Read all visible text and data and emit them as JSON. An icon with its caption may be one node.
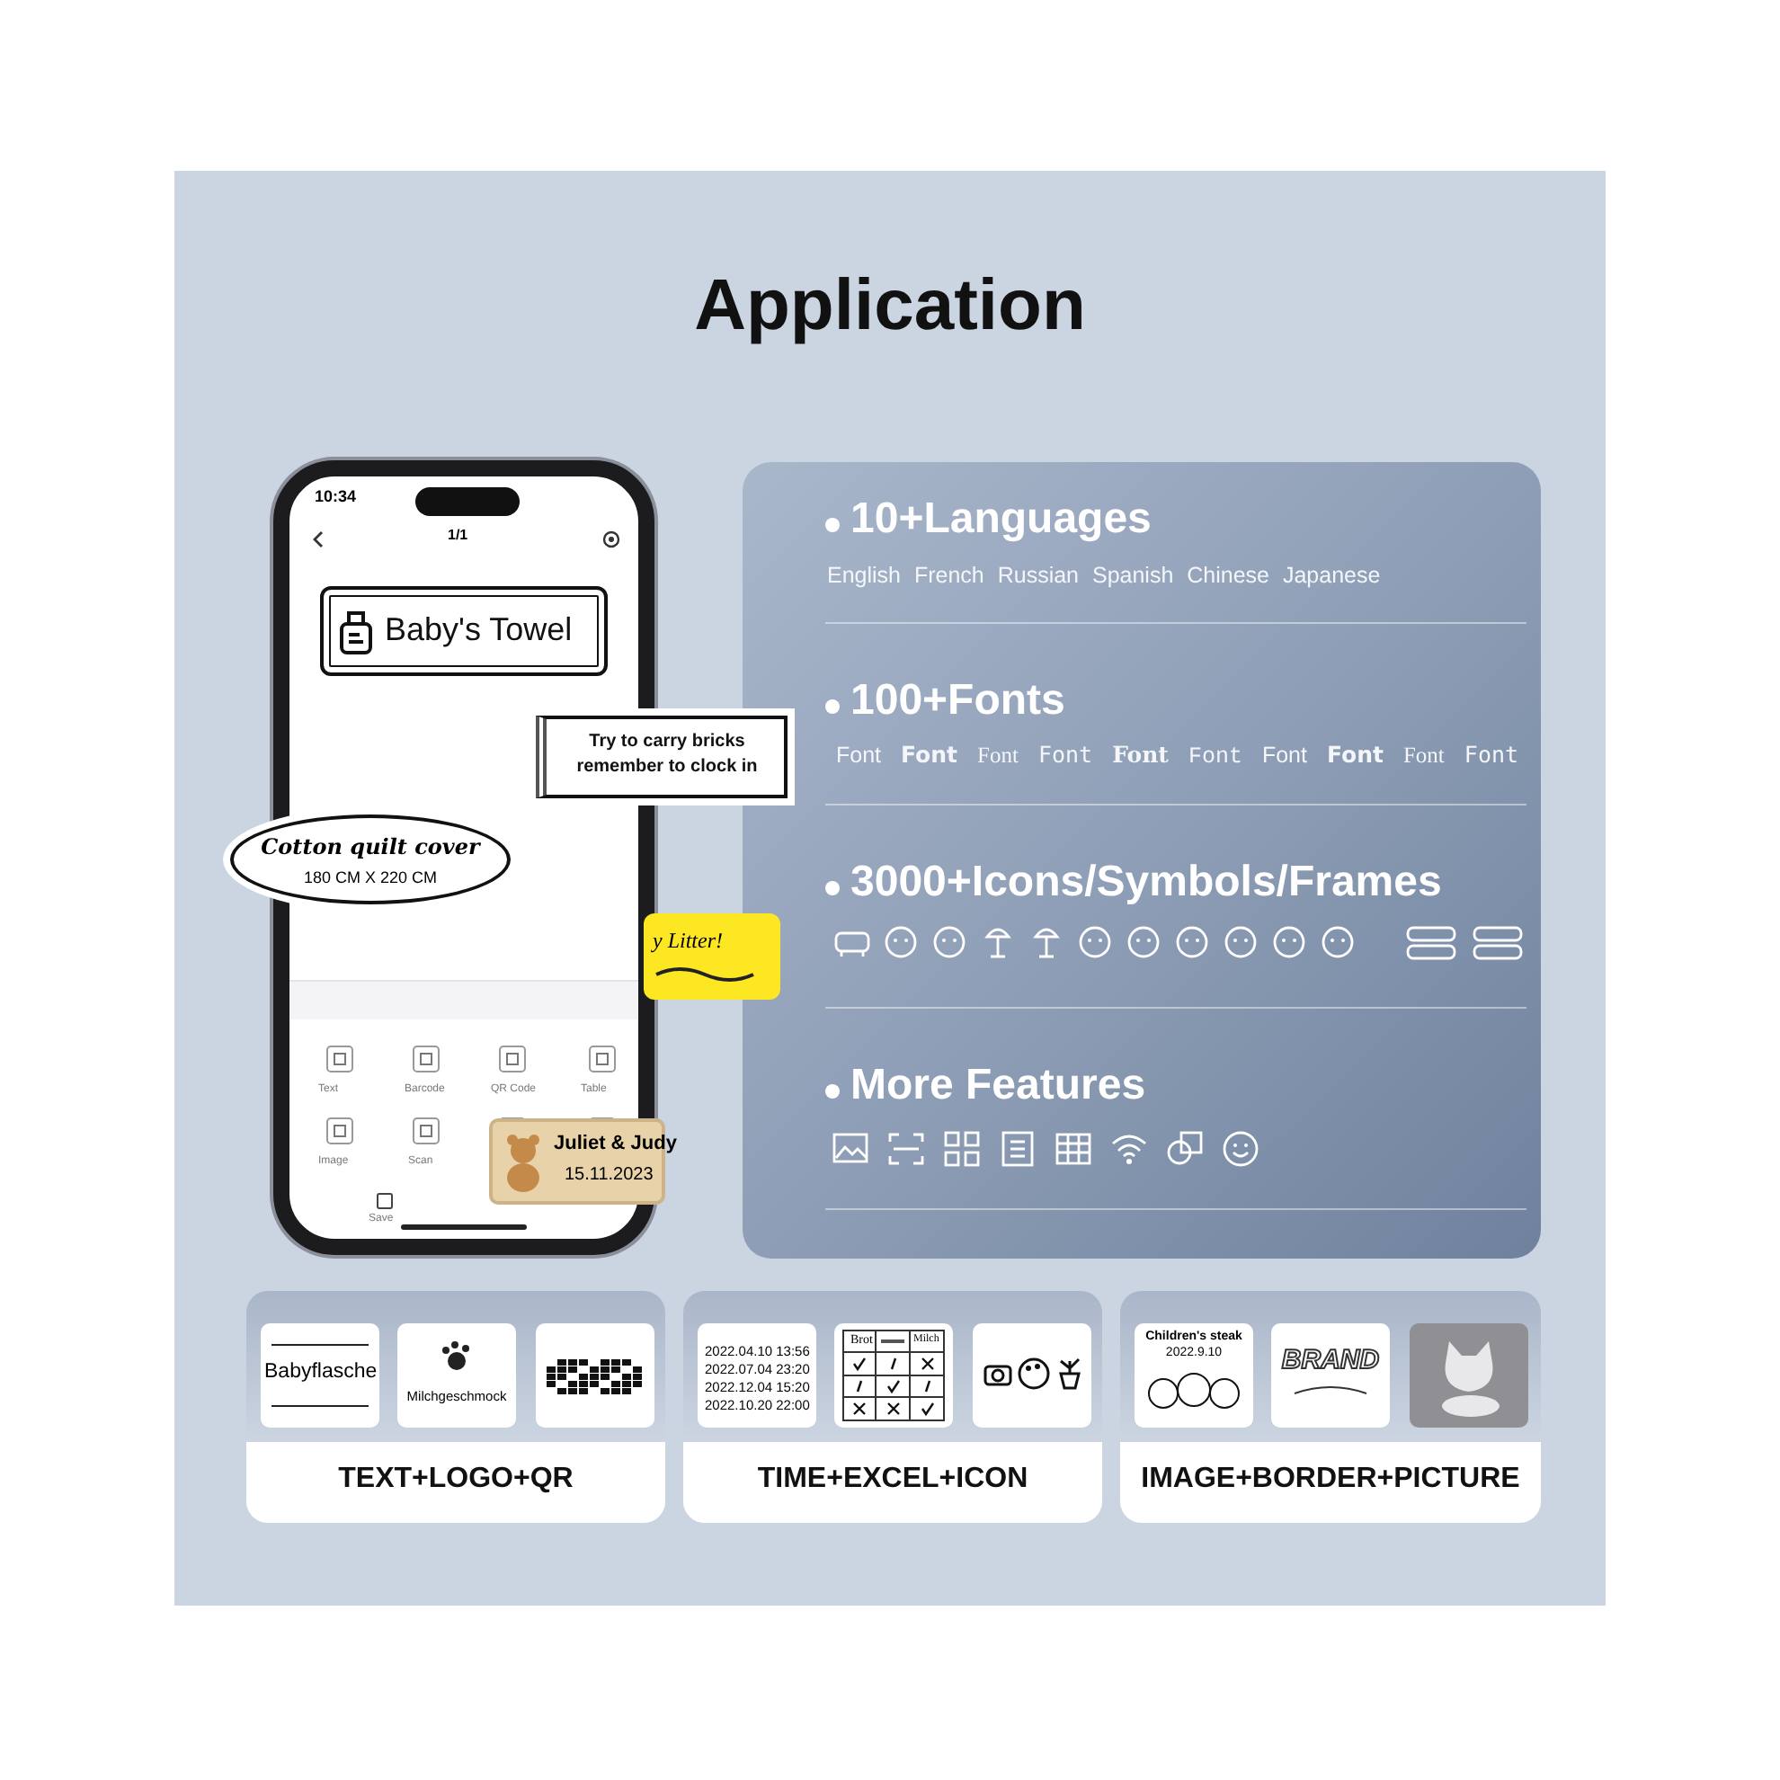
{
  "diagram": {
    "title": "Application",
    "nodes": [
      {
        "text": [
          "Baby's Towel"
        ]
      },
      {
        "text": [
          "Try to carry bricks remember to clock in"
        ]
      },
      {
        "text": [
          "Cotton quilt cover",
          "180 CM X 220 CM"
        ]
      },
      {
        "text": [
          "y Litter!"
        ]
      },
      {
        "text": [
          "Juliet & Judy",
          "15.11.2023"
        ]
      },
      {
        "text": [
          "10+Languages",
          "English French Russian Spanish Chinese Japanese",
          "100+Fonts",
          "Font Font Font Font Font Font Font Font Font Font",
          "3000+Icons/Symbols/Frames",
          "More Features"
        ]
      },
      {
        "text": [
          "TEXT+LOGO+QR"
        ]
      },
      {
        "text": [
          "TIME+EXCEL+ICON"
        ]
      },
      {
        "text": [
          "IMAGE+BORDER+PICTURE"
        ]
      },
      {
        "text": [
          "Babyflasche"
        ],
        "in": 6
      },
      {
        "text": [
          "Milchgeschmock"
        ],
        "in": 6
      },
      {
        "text": [],
        "shape": "picture",
        "in": 6
      },
      {
        "text": [
          "2022.04.10 13:56",
          "2022.07.04 23:20",
          "2022.12.04 15:20",
          "2022.10.20 22:00"
        ],
        "in": 7
      },
      {
        "text": [
          "Brot",
          "Milch"
        ],
        "in": 7
      },
      {
        "text": [],
        "shape": "picture",
        "in": 7
      },
      {
        "text": [
          "Children's steak",
          "2022.9.10"
        ],
        "in": 8
      },
      {
        "text": [
          "BRAND"
        ],
        "in": 8
      },
      {
        "text": [],
        "shape": "picture",
        "in": 8
      }
    ],
    "labels": [
      "10:34",
      "1/1",
      "Text",
      "Barcode",
      "QR Code",
      "Table",
      "Image",
      "Scan",
      "Save"
    ]
  }
}
